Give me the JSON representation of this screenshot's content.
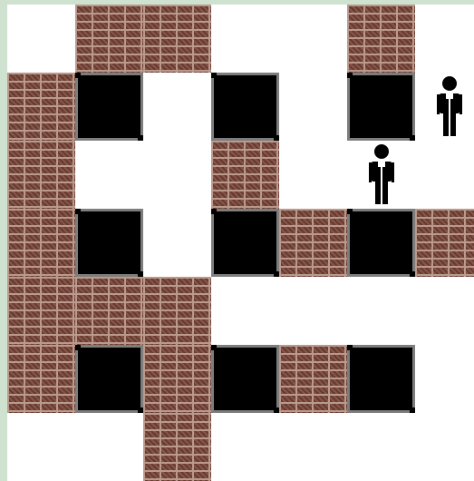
{
  "game": {
    "grid": {
      "cols": 7,
      "rows": 7
    },
    "colors": {
      "empty": "#ffffff",
      "brick": "#7a4a3f",
      "block": "#000000",
      "block_border": "#7d7d7d",
      "frame": "#cfe1cf",
      "person": "#000000"
    },
    "icons": {
      "brick": "brick-wall-tile",
      "block": "black-block-tile",
      "person": "person-icon"
    },
    "cells": [
      [
        "empty",
        "brick",
        "brick",
        "empty",
        "empty",
        "brick",
        "empty"
      ],
      [
        "brick",
        "block",
        "empty",
        "block",
        "empty",
        "block",
        "empty"
      ],
      [
        "brick",
        "empty",
        "empty",
        "brick",
        "empty",
        "empty",
        "empty"
      ],
      [
        "brick",
        "block",
        "empty",
        "block",
        "brick",
        "block",
        "brick"
      ],
      [
        "brick",
        "brick",
        "brick",
        "empty",
        "empty",
        "empty",
        "empty"
      ],
      [
        "brick",
        "block",
        "brick",
        "block",
        "brick",
        "block",
        "empty"
      ],
      [
        "empty",
        "empty",
        "brick",
        "empty",
        "empty",
        "empty",
        "empty"
      ]
    ],
    "people": [
      {
        "id": "person-1",
        "row": 1,
        "col": 6
      },
      {
        "id": "person-2",
        "row": 2,
        "col": 5
      }
    ]
  }
}
